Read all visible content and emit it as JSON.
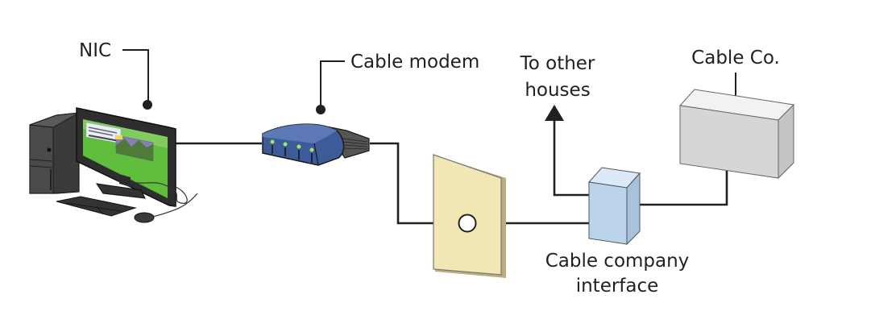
{
  "diagram": {
    "type": "network-topology",
    "labels": {
      "nic": "NIC",
      "cable_modem": "Cable modem",
      "to_other_houses_line1": "To other",
      "to_other_houses_line2": "houses",
      "cable_co": "Cable Co.",
      "interface_line1": "Cable company",
      "interface_line2": "interface"
    },
    "nodes": [
      {
        "id": "computer",
        "name": "Desktop computer with NIC"
      },
      {
        "id": "cable-modem",
        "name": "Cable modem"
      },
      {
        "id": "wall-outlet",
        "name": "Wall coaxial outlet"
      },
      {
        "id": "cable-company-interface",
        "name": "Cable company interface"
      },
      {
        "id": "cable-co",
        "name": "Cable Co."
      },
      {
        "id": "other-houses",
        "name": "To other houses"
      }
    ],
    "edges": [
      {
        "from": "computer",
        "to": "cable-modem"
      },
      {
        "from": "cable-modem",
        "to": "wall-outlet"
      },
      {
        "from": "wall-outlet",
        "to": "cable-company-interface"
      },
      {
        "from": "cable-company-interface",
        "to": "cable-co"
      },
      {
        "from": "cable-company-interface",
        "to": "other-houses"
      }
    ],
    "colors": {
      "line": "#231f20",
      "modem": "#3d5a99",
      "modem_led": "#9be86a",
      "outlet": "#f3e6b5",
      "interface_box": "#bcd3ec",
      "cable_co_box": "#d6d6d6",
      "screen": "#5fbf3c"
    }
  }
}
